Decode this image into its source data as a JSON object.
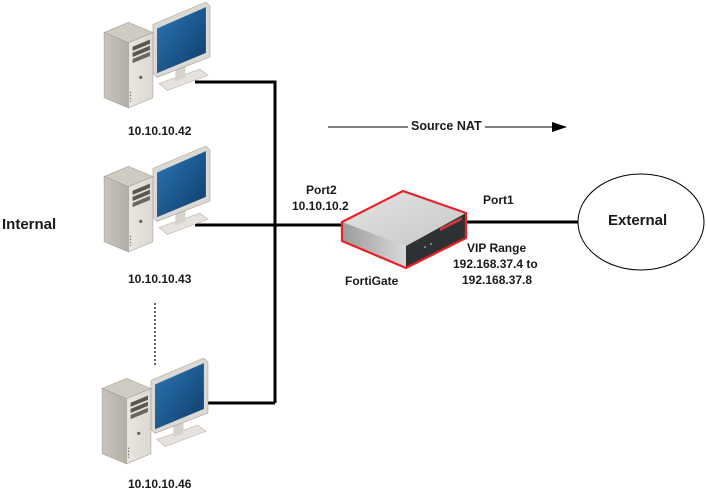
{
  "title": "FortiGate Source NAT with VIP Range",
  "zones": {
    "internal_label": "Internal",
    "external_label": "External"
  },
  "hosts": [
    {
      "ip": "10.10.10.42"
    },
    {
      "ip": "10.10.10.43"
    },
    {
      "ip": "10.10.10.46"
    }
  ],
  "flow": {
    "label": "Source NAT",
    "direction": "right"
  },
  "firewall": {
    "name": "FortiGate",
    "port_internal": {
      "name": "Port2",
      "ip": "10.10.10.2"
    },
    "port_external": {
      "name": "Port1"
    },
    "vip_range": {
      "title": "VIP Range",
      "from_line": "192.168.37.4 to",
      "to_line": "192.168.37.8"
    },
    "outline_color": "#e8202a"
  },
  "colors": {
    "link": "#000000",
    "nat_arrow": "#555555",
    "monitor_screen": "#1f5d95",
    "case": "#d8d3cc"
  }
}
